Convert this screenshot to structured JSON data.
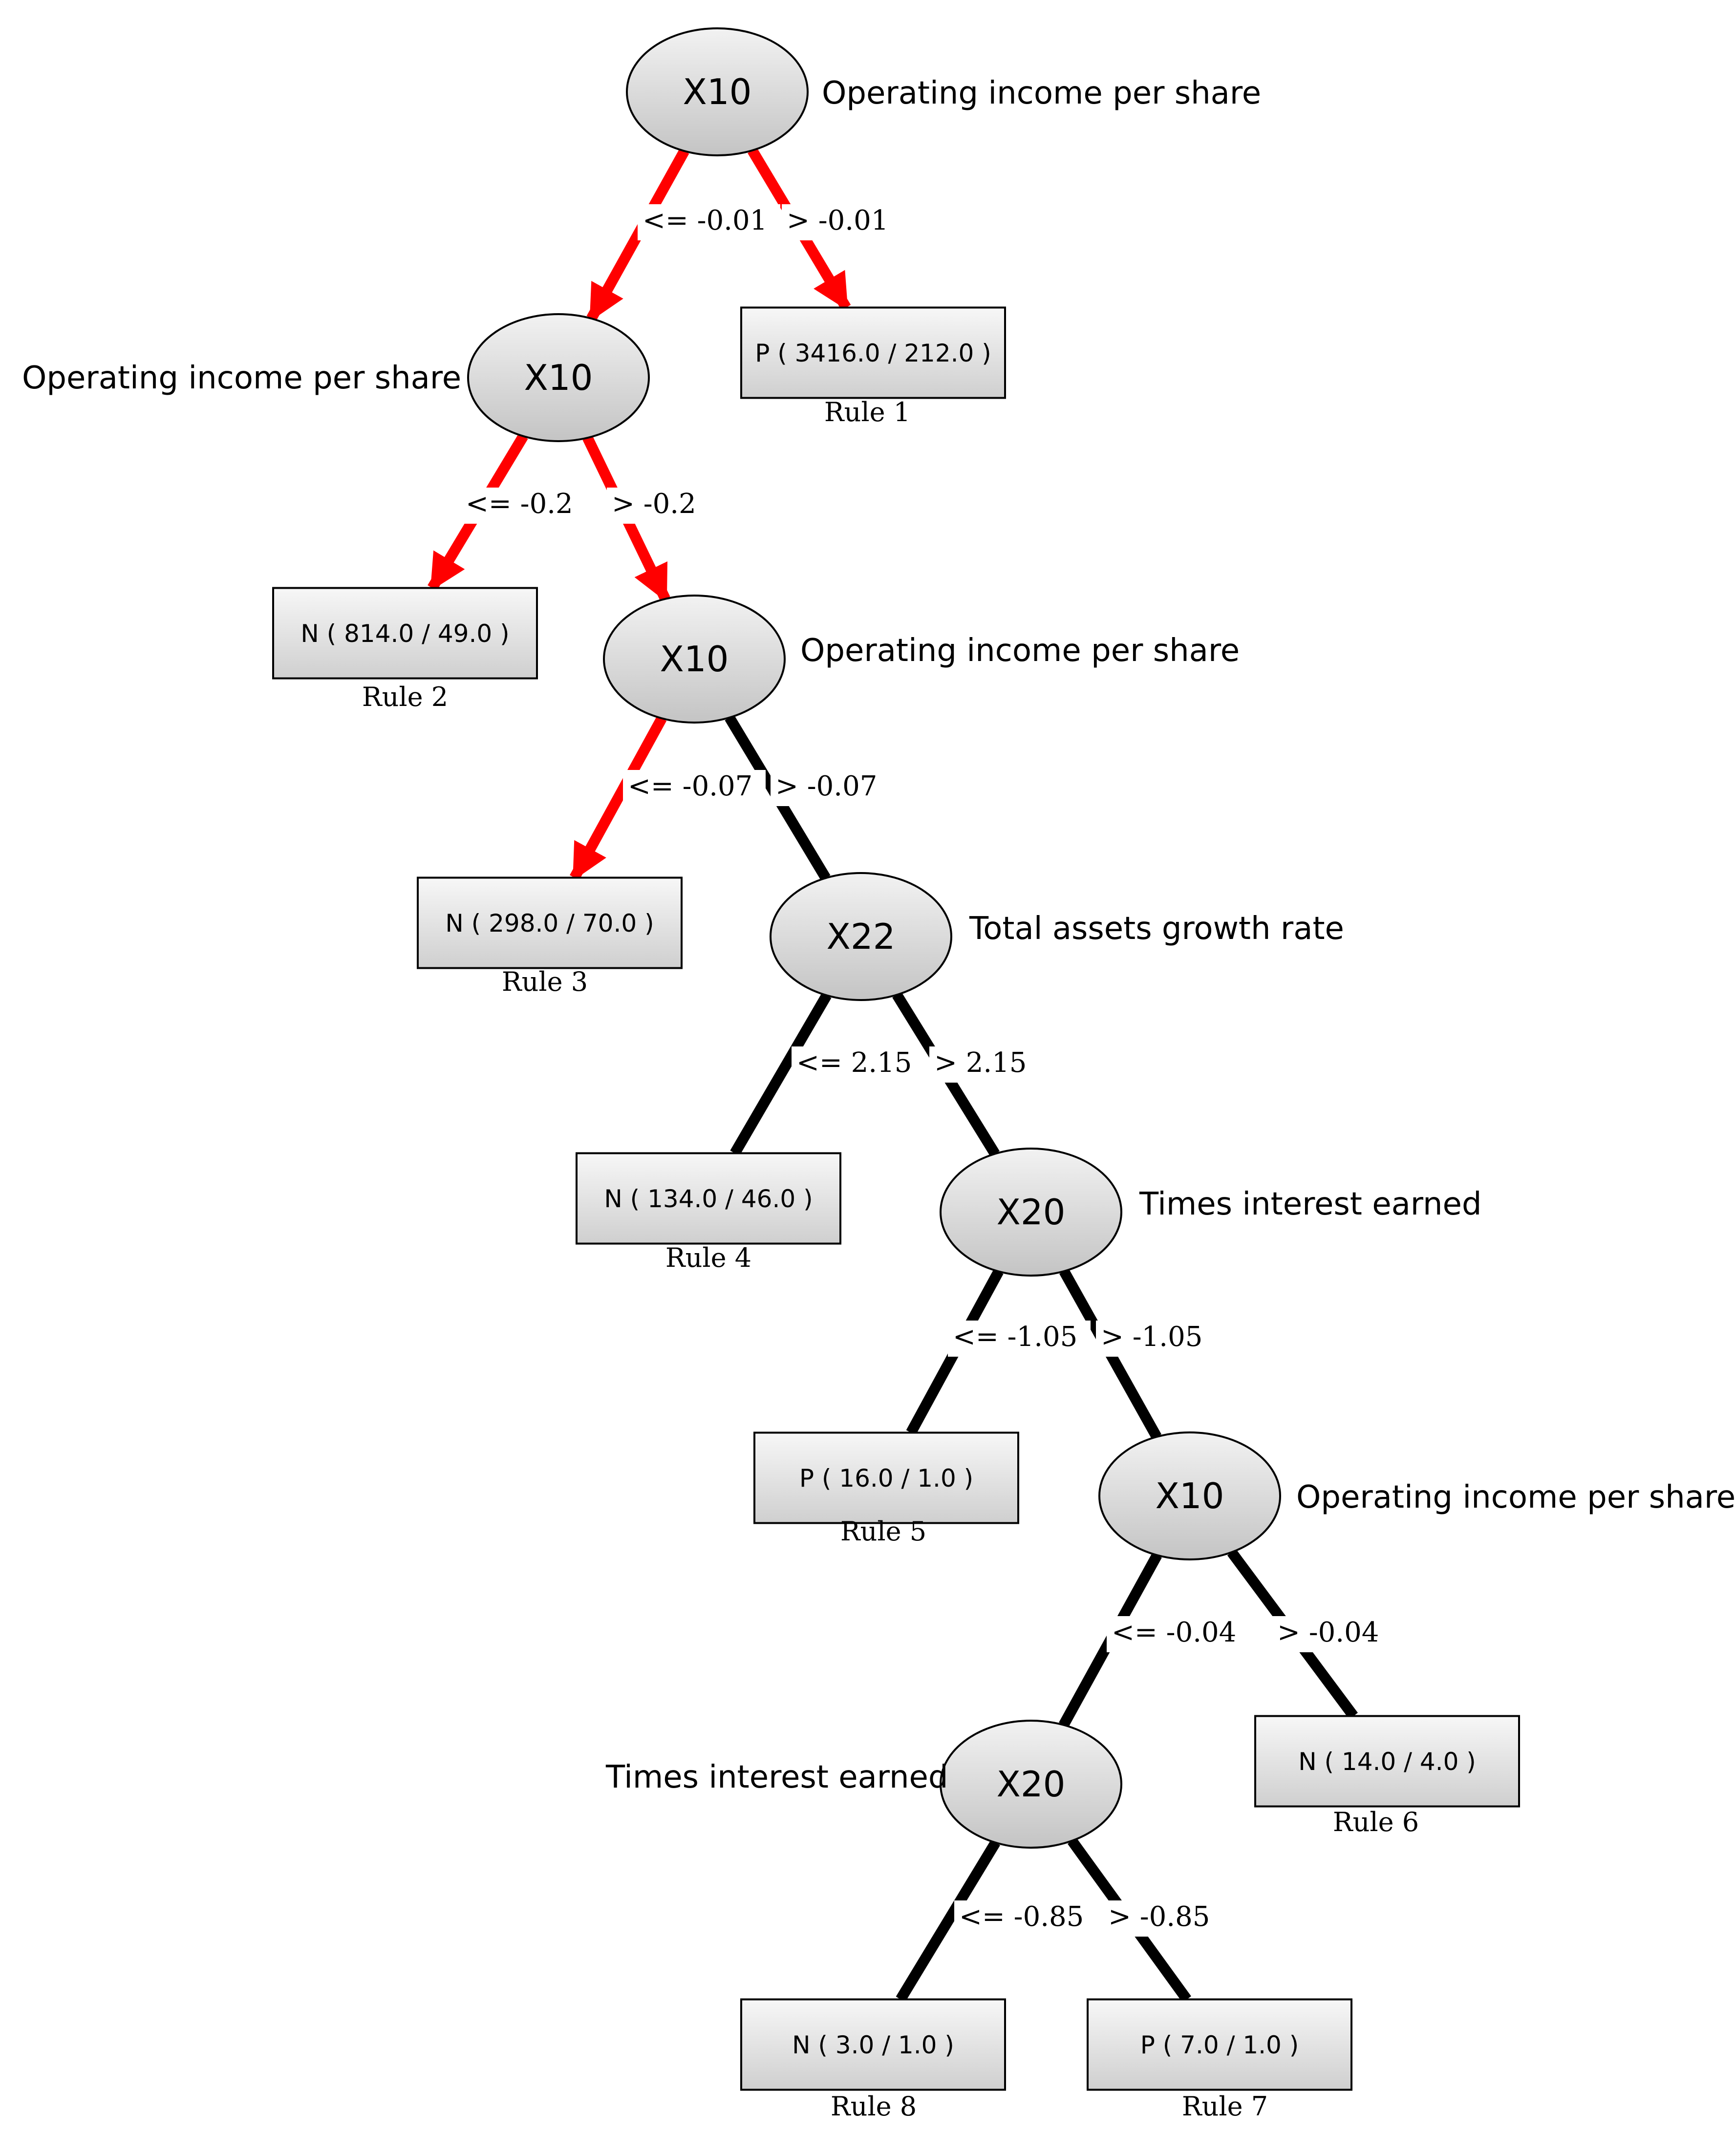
{
  "colors": {
    "highlight_edge": "#ff0000",
    "normal_edge": "#000000",
    "node_fill": "#d6d6d6",
    "leaf_fill": "#dcdcdc"
  },
  "nodes": [
    {
      "id": "n1",
      "label": "X10",
      "feature": "Operating income  per share"
    },
    {
      "id": "n2",
      "label": "X10",
      "feature": "Operating income  per share"
    },
    {
      "id": "n3",
      "label": "X10",
      "feature": "Operating income  per share"
    },
    {
      "id": "n4",
      "label": "X22",
      "feature": "Total assets growth rate"
    },
    {
      "id": "n5",
      "label": "X20",
      "feature": "Times interest earned"
    },
    {
      "id": "n6",
      "label": "X10",
      "feature": "Operating income  per share"
    },
    {
      "id": "n7",
      "label": "X20",
      "feature": "Times interest earned"
    }
  ],
  "leaves": [
    {
      "id": "l1",
      "text": "P ( 3416.0 / 212.0 )",
      "rule": "Rule 1"
    },
    {
      "id": "l2",
      "text": "N ( 814.0 / 49.0 )",
      "rule": "Rule 2"
    },
    {
      "id": "l3",
      "text": "N ( 298.0 / 70.0 )",
      "rule": "Rule 3"
    },
    {
      "id": "l4",
      "text": "N ( 134.0 / 46.0 )",
      "rule": "Rule 4"
    },
    {
      "id": "l5",
      "text": "P ( 16.0 / 1.0 )",
      "rule": "Rule 5"
    },
    {
      "id": "l6",
      "text": "N ( 14.0 / 4.0 )",
      "rule": "Rule 6"
    },
    {
      "id": "l8",
      "text": "N ( 3.0 / 1.0 )",
      "rule": "Rule 8"
    },
    {
      "id": "l7",
      "text": "P ( 7.0 / 1.0 )",
      "rule": "Rule 7"
    }
  ],
  "edges": [
    {
      "from": "n1",
      "to": "n2",
      "label": "<= -0.01",
      "highlighted": true
    },
    {
      "from": "n1",
      "to": "l1",
      "label": "> -0.01",
      "highlighted": true
    },
    {
      "from": "n2",
      "to": "l2",
      "label": "<= -0.2",
      "highlighted": true
    },
    {
      "from": "n2",
      "to": "n3",
      "label": "> -0.2",
      "highlighted": true
    },
    {
      "from": "n3",
      "to": "l3",
      "label": "<= -0.07",
      "highlighted": true
    },
    {
      "from": "n3",
      "to": "n4",
      "label": "> -0.07",
      "highlighted": false
    },
    {
      "from": "n4",
      "to": "l4",
      "label": "<= 2.15",
      "highlighted": false
    },
    {
      "from": "n4",
      "to": "n5",
      "label": "> 2.15",
      "highlighted": false
    },
    {
      "from": "n5",
      "to": "l5",
      "label": "<= -1.05",
      "highlighted": false
    },
    {
      "from": "n5",
      "to": "n6",
      "label": "> -1.05",
      "highlighted": false
    },
    {
      "from": "n6",
      "to": "n7",
      "label": "<= -0.04",
      "highlighted": false
    },
    {
      "from": "n6",
      "to": "l6",
      "label": "> -0.04",
      "highlighted": false
    },
    {
      "from": "n7",
      "to": "l8",
      "label": "<= -0.85",
      "highlighted": false
    },
    {
      "from": "n7",
      "to": "l7",
      "label": "> -0.85",
      "highlighted": false
    }
  ]
}
